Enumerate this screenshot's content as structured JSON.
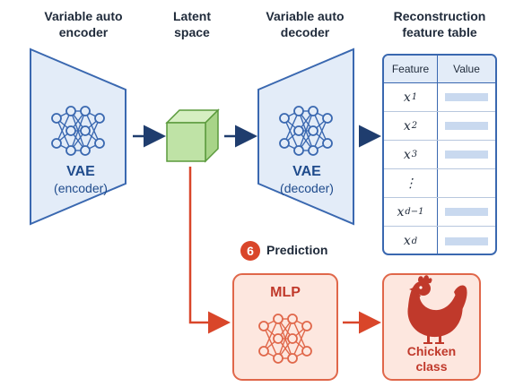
{
  "headers": {
    "encoder": "Variable auto\nencoder",
    "latent": "Latent\nspace",
    "decoder": "Variable auto\ndecoder",
    "table": "Reconstruction\nfeature table"
  },
  "encoder_block": {
    "title": "VAE",
    "subtitle": "(encoder)"
  },
  "decoder_block": {
    "title": "VAE",
    "subtitle": "(decoder)"
  },
  "feature_table": {
    "col_feature": "Feature",
    "col_value": "Value",
    "rows": [
      {
        "sym": "x",
        "sub": "1",
        "has_value": true
      },
      {
        "sym": "x",
        "sub": "2",
        "has_value": true
      },
      {
        "sym": "x",
        "sub": "3",
        "has_value": true
      },
      {
        "sym": "⋮",
        "sub": "",
        "has_value": false
      },
      {
        "sym": "x",
        "sub": "d−1",
        "has_value": true
      },
      {
        "sym": "x",
        "sub": "d",
        "has_value": true
      }
    ]
  },
  "prediction": {
    "badge": "6",
    "label": "Prediction"
  },
  "mlp": {
    "title": "MLP"
  },
  "output": {
    "label": "Chicken\nclass"
  },
  "colors": {
    "blue_stroke": "#3a68b0",
    "blue_fill": "#e3ecf8",
    "green_fill": "#bfe3a6",
    "green_stroke": "#5a9a3c",
    "orange_stroke": "#e0674a",
    "orange_fill": "#fde7df",
    "red_text": "#c0392b"
  }
}
